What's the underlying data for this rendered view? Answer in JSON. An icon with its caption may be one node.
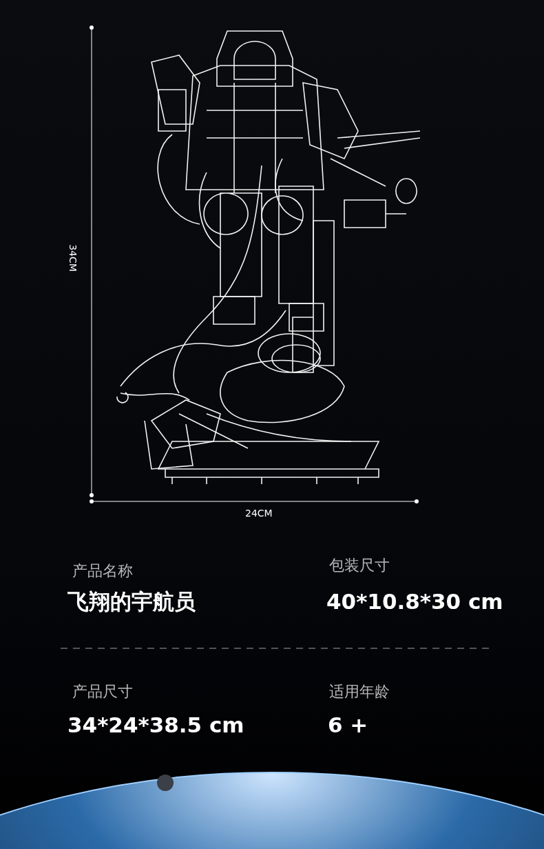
{
  "diagram": {
    "labels": [
      "34CM",
      "24CM",
      "产品名称",
      "包装尺寸",
      "飞翔的宇航员",
      "40*10.8*30 cm",
      "产品尺寸",
      "适用年龄",
      "34*24*38.5 cm",
      "6 +"
    ]
  }
}
